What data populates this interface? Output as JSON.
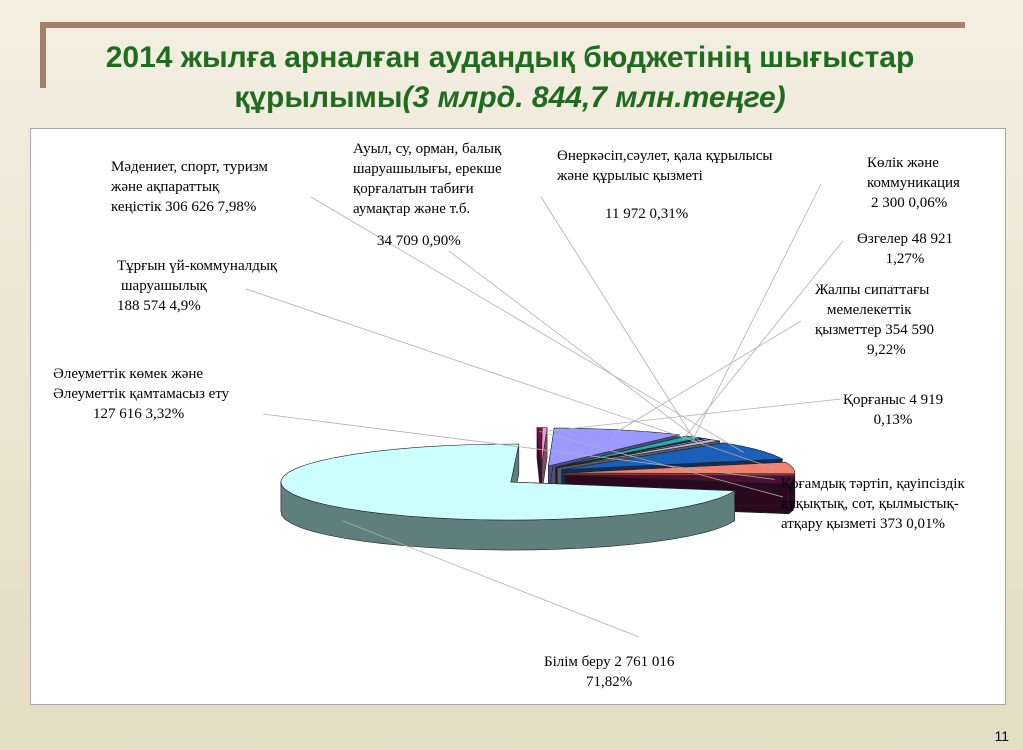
{
  "title_main": "2014 жылға арналған аудандық бюджетінің шығыстар құрылымы",
  "title_em": "(3 млрд. 844,7 млн.теңге)",
  "page_number": "11",
  "chart_data": {
    "type": "pie",
    "three_d": true,
    "title": "2014 жылға арналған аудандық бюджетінің шығыстар құрылымы(3 млрд. 844,7 млн.теңге)",
    "slices": [
      {
        "label": "Білім беру",
        "value": 2761016,
        "value_text": "2 761 016",
        "percent": 71.82,
        "percent_text": "71,82%",
        "color": "#ccffff",
        "side": "#5f7f7f"
      },
      {
        "label": "Әлеуметтік көмек  және Әлеуметтік қамтамасыз ету",
        "value": 127616,
        "value_text": "127    616",
        "percent": 3.32,
        "percent_text": "3,32%",
        "color": "#4a0f36",
        "side": "#2a0820"
      },
      {
        "label": "Тұрғын үй-коммуналдық шаруашылық",
        "value": 188574,
        "value_text": "188 574",
        "percent": 4.9,
        "percent_text": "4,9%",
        "color": "#f08070",
        "side": "#804038"
      },
      {
        "label": "Мәдениет, спорт, туризм және ақпараттық кеңістік",
        "value": 306626,
        "value_text": "306 626",
        "percent": 7.98,
        "percent_text": "7,98%",
        "color": "#1a5fb8",
        "side": "#0d2f5c"
      },
      {
        "label": "Ауыл, су, орман, балық шаруашылығы, ерекше қорғалатын табиғи аумақтар  және т.б.",
        "value": 34709,
        "value_text": "34 709",
        "percent": 0.9,
        "percent_text": "0,90%",
        "color": "#b3b3d6",
        "side": "#5a5a6b"
      },
      {
        "label": "Өнеркәсіп,сәулет, қала құрылысы және құрылыс қызметі",
        "value": 11972,
        "value_text": "11 972",
        "percent": 0.31,
        "percent_text": "0,31%",
        "color": "#ccccff",
        "side": "#66667f"
      },
      {
        "label": "Көлік және коммуникация",
        "value": 2300,
        "value_text": "2 300",
        "percent": 0.06,
        "percent_text": "0,06%",
        "color": "#0a1a6e",
        "side": "#050d37"
      },
      {
        "label": "Өзгелер",
        "value": 48921,
        "value_text": "48 921",
        "percent": 1.27,
        "percent_text": "1,27%",
        "color": "#20b0b0",
        "side": "#105858"
      },
      {
        "label": "Жалпы сипаттағы мемелекеттік қызметтер",
        "value": 354590,
        "value_text": "354 590",
        "percent": 9.22,
        "percent_text": "9,22%",
        "color": "#9999ff",
        "side": "#4c4c80"
      },
      {
        "label": "Қорғаныс",
        "value": 4919,
        "value_text": "4 919",
        "percent": 0.13,
        "percent_text": "0,13%",
        "color": "#ff99cc",
        "side": "#804c66"
      },
      {
        "label": "Қоғамдық тәртіп, қауіпсіздік құқықтық, сот, қылмыстық-атқару қызметі",
        "value": 373,
        "value_text": "373",
        "percent": 0.01,
        "percent_text": "0,01%",
        "color": "#7a0a4a",
        "side": "#3d0525"
      }
    ]
  },
  "labels": {
    "education": [
      "Білім беру   2 761 016",
      "71,82%"
    ],
    "social": [
      "Әлеуметтік көмек  және",
      "Әлеуметтік қамтамасыз ету",
      "127    616 3,32%"
    ],
    "housing": [
      "Тұрғын үй-коммуналдық",
      "шаруашылық",
      "188 574   4,9%"
    ],
    "culture": [
      "Мәдениет, спорт, туризм",
      "және ақпараттық",
      "кеңістік 306 626   7,98%"
    ],
    "agri": [
      "Ауыл, су, орман, балық",
      "шаруашылығы, ерекше",
      "қорғалатын табиғи",
      "аумақтар  және т.б.",
      "34 709  0,90%"
    ],
    "industry": [
      "Өнеркәсіп,сәулет, қала құрылысы",
      "және құрылыс қызметі",
      "11 972   0,31%"
    ],
    "transport": [
      "Көлік және",
      "коммуникация",
      "2 300    0,06%"
    ],
    "other": [
      "Өзгелер  48 921",
      "1,27%"
    ],
    "general": [
      "Жалпы сипаттағы",
      "мемелекеттік",
      "қызметтер  354 590",
      "9,22%"
    ],
    "defense": [
      "Қорғаныс  4 919",
      "0,13%"
    ],
    "order": [
      "Қоғамдық тәртіп, қауіпсіздік",
      "құқықтық, сот, қылмыстық-",
      "атқару қызметі  373   0,01%"
    ]
  }
}
